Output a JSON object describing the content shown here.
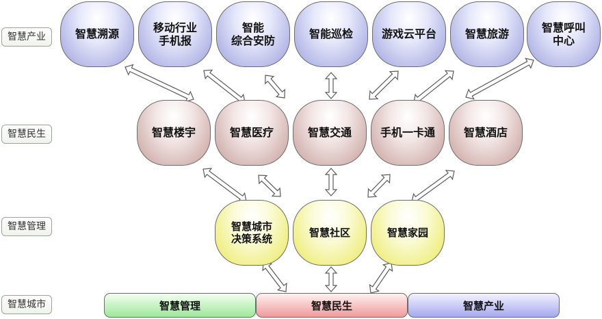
{
  "side_labels": {
    "industry": "智慧产业",
    "livelihood": "智慧民生",
    "management": "智慧管理",
    "city": "智慧城市"
  },
  "industry_nodes": [
    "智慧溯源",
    "移动行业\n手机报",
    "智能\n综合安防",
    "智能巡检",
    "游戏云平台",
    "智慧旅游",
    "智慧呼叫\n中心"
  ],
  "livelihood_nodes": [
    "智慧楼宇",
    "智慧医疗",
    "智慧交通",
    "手机一卡通",
    "智慧酒店"
  ],
  "management_nodes": [
    "智慧城市\n决策系统",
    "智慧社区",
    "智慧家园"
  ],
  "foundation_bars": [
    "智慧管理",
    "智慧民生",
    "智慧产业"
  ],
  "colors": {
    "industry": "#b9bce8",
    "livelihood": "#d7bab7",
    "management": "#f1f08c",
    "bar_management": "#9ee89a",
    "bar_livelihood": "#ee9b9b",
    "bar_industry": "#a5a8ee"
  }
}
